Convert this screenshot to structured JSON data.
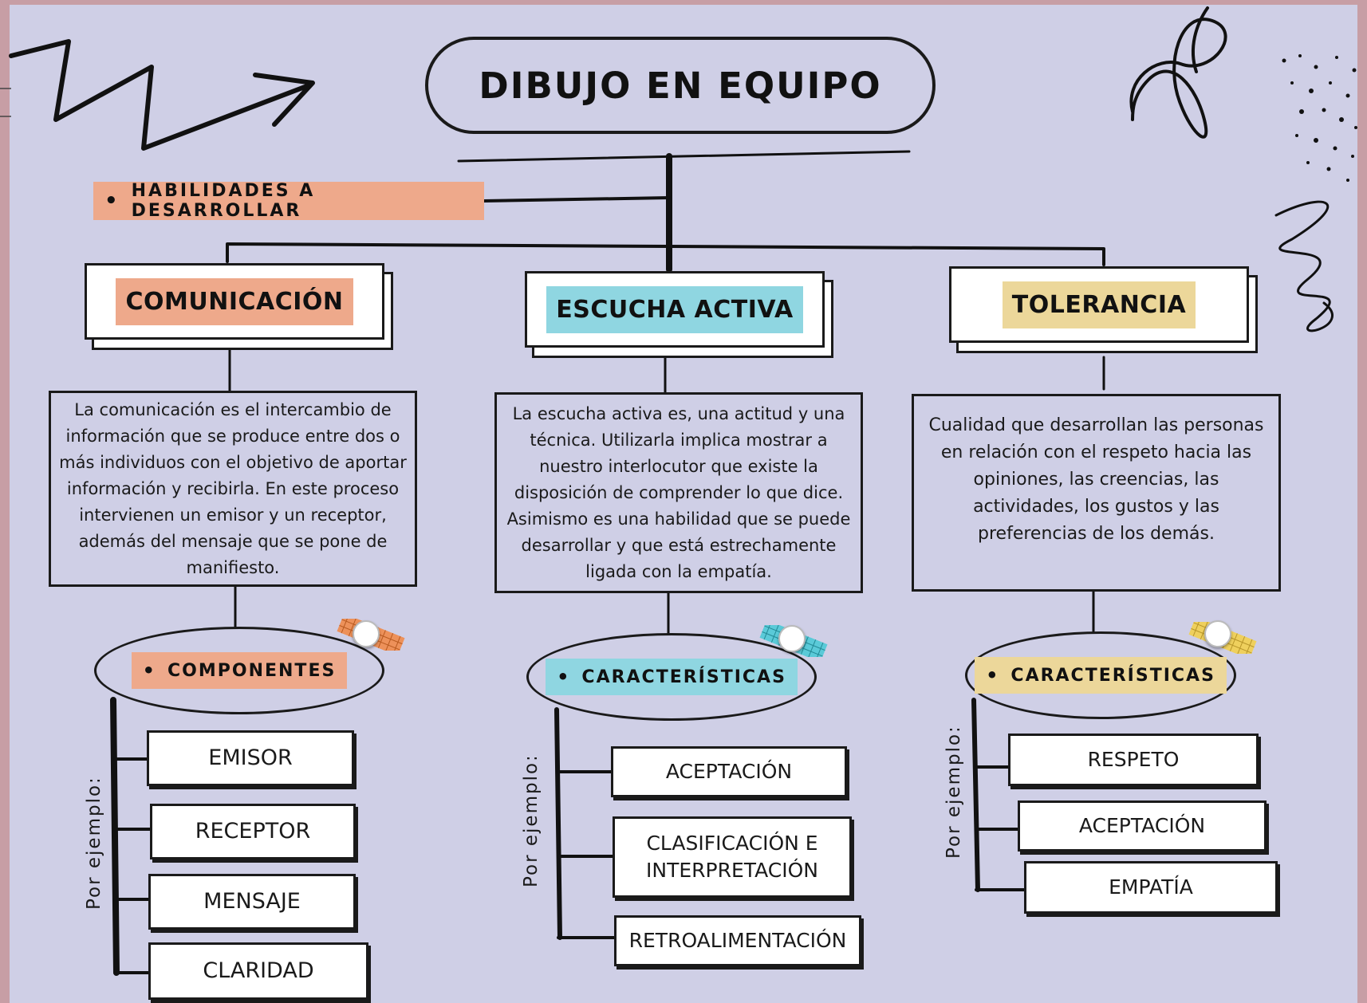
{
  "title": "DIBUJO EN EQUIPO",
  "skills_heading": "HABILIDADES A DESARROLLAR",
  "colors": {
    "comunicacion": "#eea98b",
    "escucha": "#8fd6e1",
    "tolerancia": "#ecd79a",
    "background": "#cfcfe6"
  },
  "columns": [
    {
      "skill": "COMUNICACIÓN",
      "description": "La comunicación es el intercambio de información que se produce entre dos o más individuos con el objetivo de aportar información y recibirla. En este proceso intervienen un emisor y un receptor, además del mensaje que se pone de manifiesto.",
      "sub_heading": "COMPONENTES",
      "example_label": "Por ejemplo:",
      "items": [
        "EMISOR",
        "RECEPTOR",
        "MENSAJE",
        "CLARIDAD"
      ]
    },
    {
      "skill": "ESCUCHA ACTIVA",
      "description": "La escucha activa es, una actitud y una técnica. Utilizarla implica mostrar a nuestro interlocutor que existe la disposición de comprender lo que dice. Asimismo es una habilidad que se puede desarrollar y que está estrechamente ligada con la empatía.",
      "sub_heading": "CARACTERÍSTICAS",
      "example_label": "Por ejemplo:",
      "items": [
        "ACEPTACIÓN",
        "CLASIFICACIÓN E INTERPRETACIÓN",
        "RETROALIMENTACIÓN"
      ]
    },
    {
      "skill": "TOLERANCIA",
      "description": "Cualidad que desarrollan las personas en relación con el respeto hacia las opiniones, las creencias, las actividades, los gustos y las preferencias de los demás.",
      "sub_heading": "CARACTERÍSTICAS",
      "example_label": "Por ejemplo:",
      "items": [
        "RESPETO",
        "ACEPTACIÓN",
        "EMPATÍA"
      ]
    }
  ]
}
